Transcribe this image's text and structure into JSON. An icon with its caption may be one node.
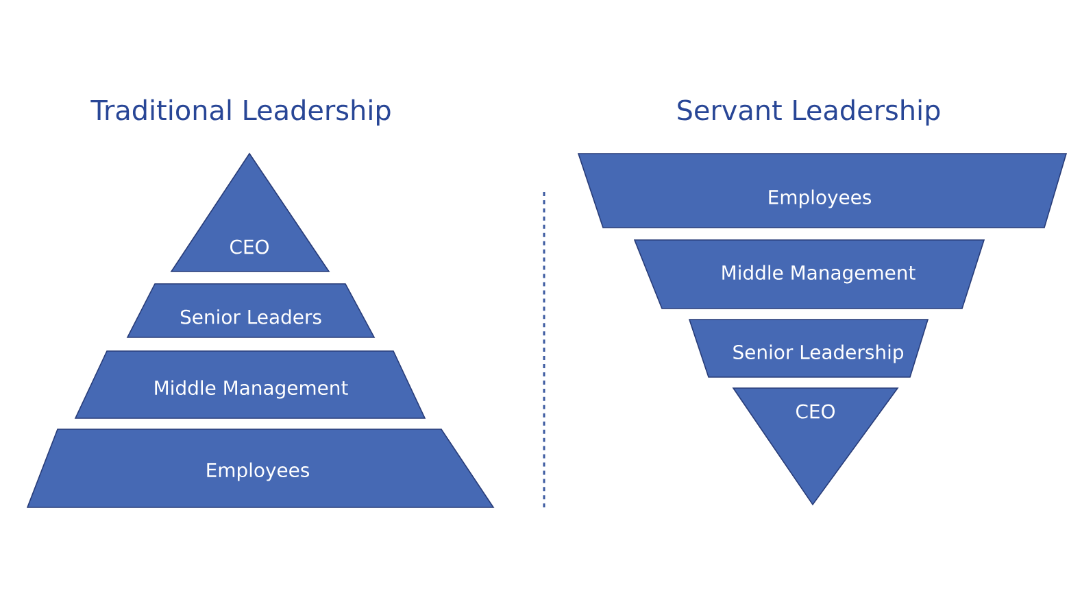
{
  "diagram": {
    "nodes": [
      {
        "text": [
          "CEO"
        ]
      },
      {
        "text": [
          "Senior Leaders"
        ]
      },
      {
        "text": [
          "Middle Management"
        ]
      },
      {
        "text": [
          "Employees"
        ]
      },
      {
        "text": [
          "Employees"
        ]
      },
      {
        "text": [
          "Middle Management"
        ]
      },
      {
        "text": [
          "Senior Leadership"
        ]
      },
      {
        "text": [
          "CEO"
        ]
      }
    ],
    "labels": [
      "Traditional Leadership",
      "Servant Leadership"
    ]
  }
}
